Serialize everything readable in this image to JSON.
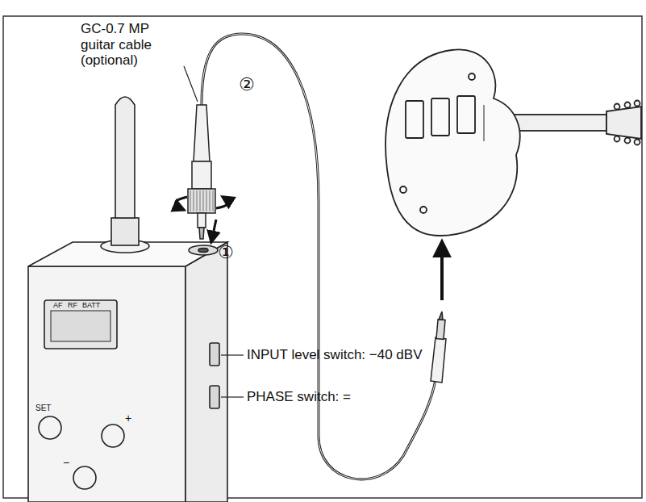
{
  "diagram": {
    "labels": [
      "GC-0.7 MP guitar cable (optional)",
      "②",
      "①",
      "INPUT level switch: −40 dBV",
      "PHASE switch: =",
      "AF",
      "RF",
      "BATT",
      "SET",
      "+",
      "−"
    ]
  }
}
